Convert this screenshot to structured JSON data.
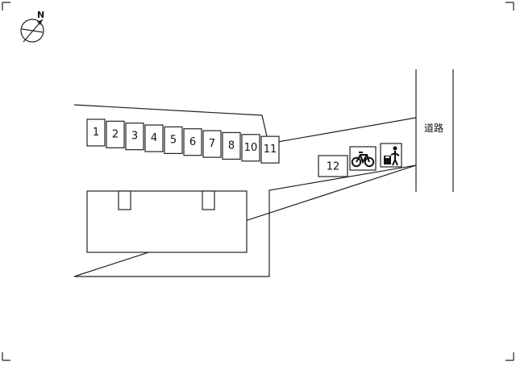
{
  "compass": {
    "icon": "compass-north-icon",
    "north_label": "N"
  },
  "parking_spaces": [
    "1",
    "2",
    "3",
    "4",
    "5",
    "6",
    "7",
    "8",
    "10",
    "11"
  ],
  "detached_space": "12",
  "road_label": "道路",
  "facilities": [
    {
      "icon": "bicycle-parking-icon"
    },
    {
      "icon": "trash-disposal-icon"
    }
  ]
}
